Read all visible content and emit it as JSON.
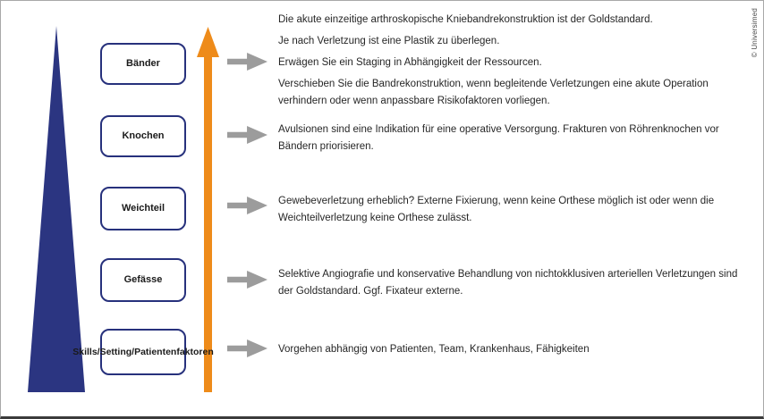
{
  "credit": "© Universimed",
  "colors": {
    "navy": "#2B3581",
    "box_border": "#27317C",
    "orange": "#EE8B1A",
    "gray_arrow": "#9C9C9C",
    "text": "#262626",
    "frame_border": "#A8A8A8",
    "bottom_border": "#3B3B3B"
  },
  "rows": [
    {
      "label": "Bänder",
      "paragraphs": [
        "Die akute einzeitige arthroskopische Kniebandrekonstruktion ist der Goldstandard.",
        "Je nach Verletzung ist eine Plastik zu überlegen.",
        "Erwägen Sie ein Staging in Abhängigkeit der Ressourcen.",
        "Verschieben Sie die Bandrekonstruktion, wenn begleitende Verletzungen eine akute Operation verhindern oder wenn anpassbare Risikofaktoren vorliegen."
      ]
    },
    {
      "label": "Knochen",
      "paragraphs": [
        "Avulsionen sind eine Indikation für eine operative Versorgung. Frakturen von Röhrenknochen vor Bändern priorisieren."
      ]
    },
    {
      "label": "Weichteil",
      "paragraphs": [
        "Gewebeverletzung erheblich? Externe Fixierung, wenn keine Orthese möglich ist oder wenn die Weichteilverletzung keine Orthese zulässt."
      ]
    },
    {
      "label": "Gefässe",
      "paragraphs": [
        "Selektive Angiografie und konservative Behandlung von nichtokklusiven arteriellen Verletzungen sind der Goldstandard. Ggf. Fixateur externe."
      ]
    },
    {
      "label": "Skills/Setting/Patientenfaktoren",
      "paragraphs": [
        "Vorgehen abhängig von Patienten, Team, Krankenhaus, Fähigkeiten"
      ]
    }
  ]
}
